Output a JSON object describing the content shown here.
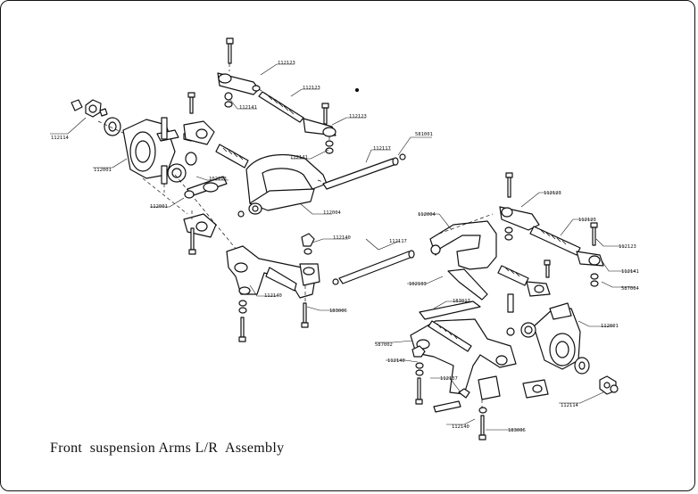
{
  "title": "Front  suspension Arms L/R  Assembly",
  "labels": {
    "l01": "112123",
    "l02": "112123",
    "l03": "112141",
    "l04": "112123",
    "l05": "112117",
    "l06": "581001",
    "l07": "112114",
    "l08": "112001",
    "l09": "112141",
    "l10": "102103",
    "l11": "112001",
    "l12": "112004",
    "l13": "112140",
    "l14": "112140",
    "l15": "183006",
    "l16": "112004",
    "l17": "112117",
    "l18": "112123",
    "l19": "112123",
    "l20": "112123",
    "l21": "112141",
    "l22": "587004",
    "l23": "102103",
    "l24": "183017",
    "l25": "587002",
    "l26": "112001",
    "l27": "112140",
    "l28": "112137",
    "l29": "112114",
    "l30": "112140",
    "l31": "183006"
  }
}
